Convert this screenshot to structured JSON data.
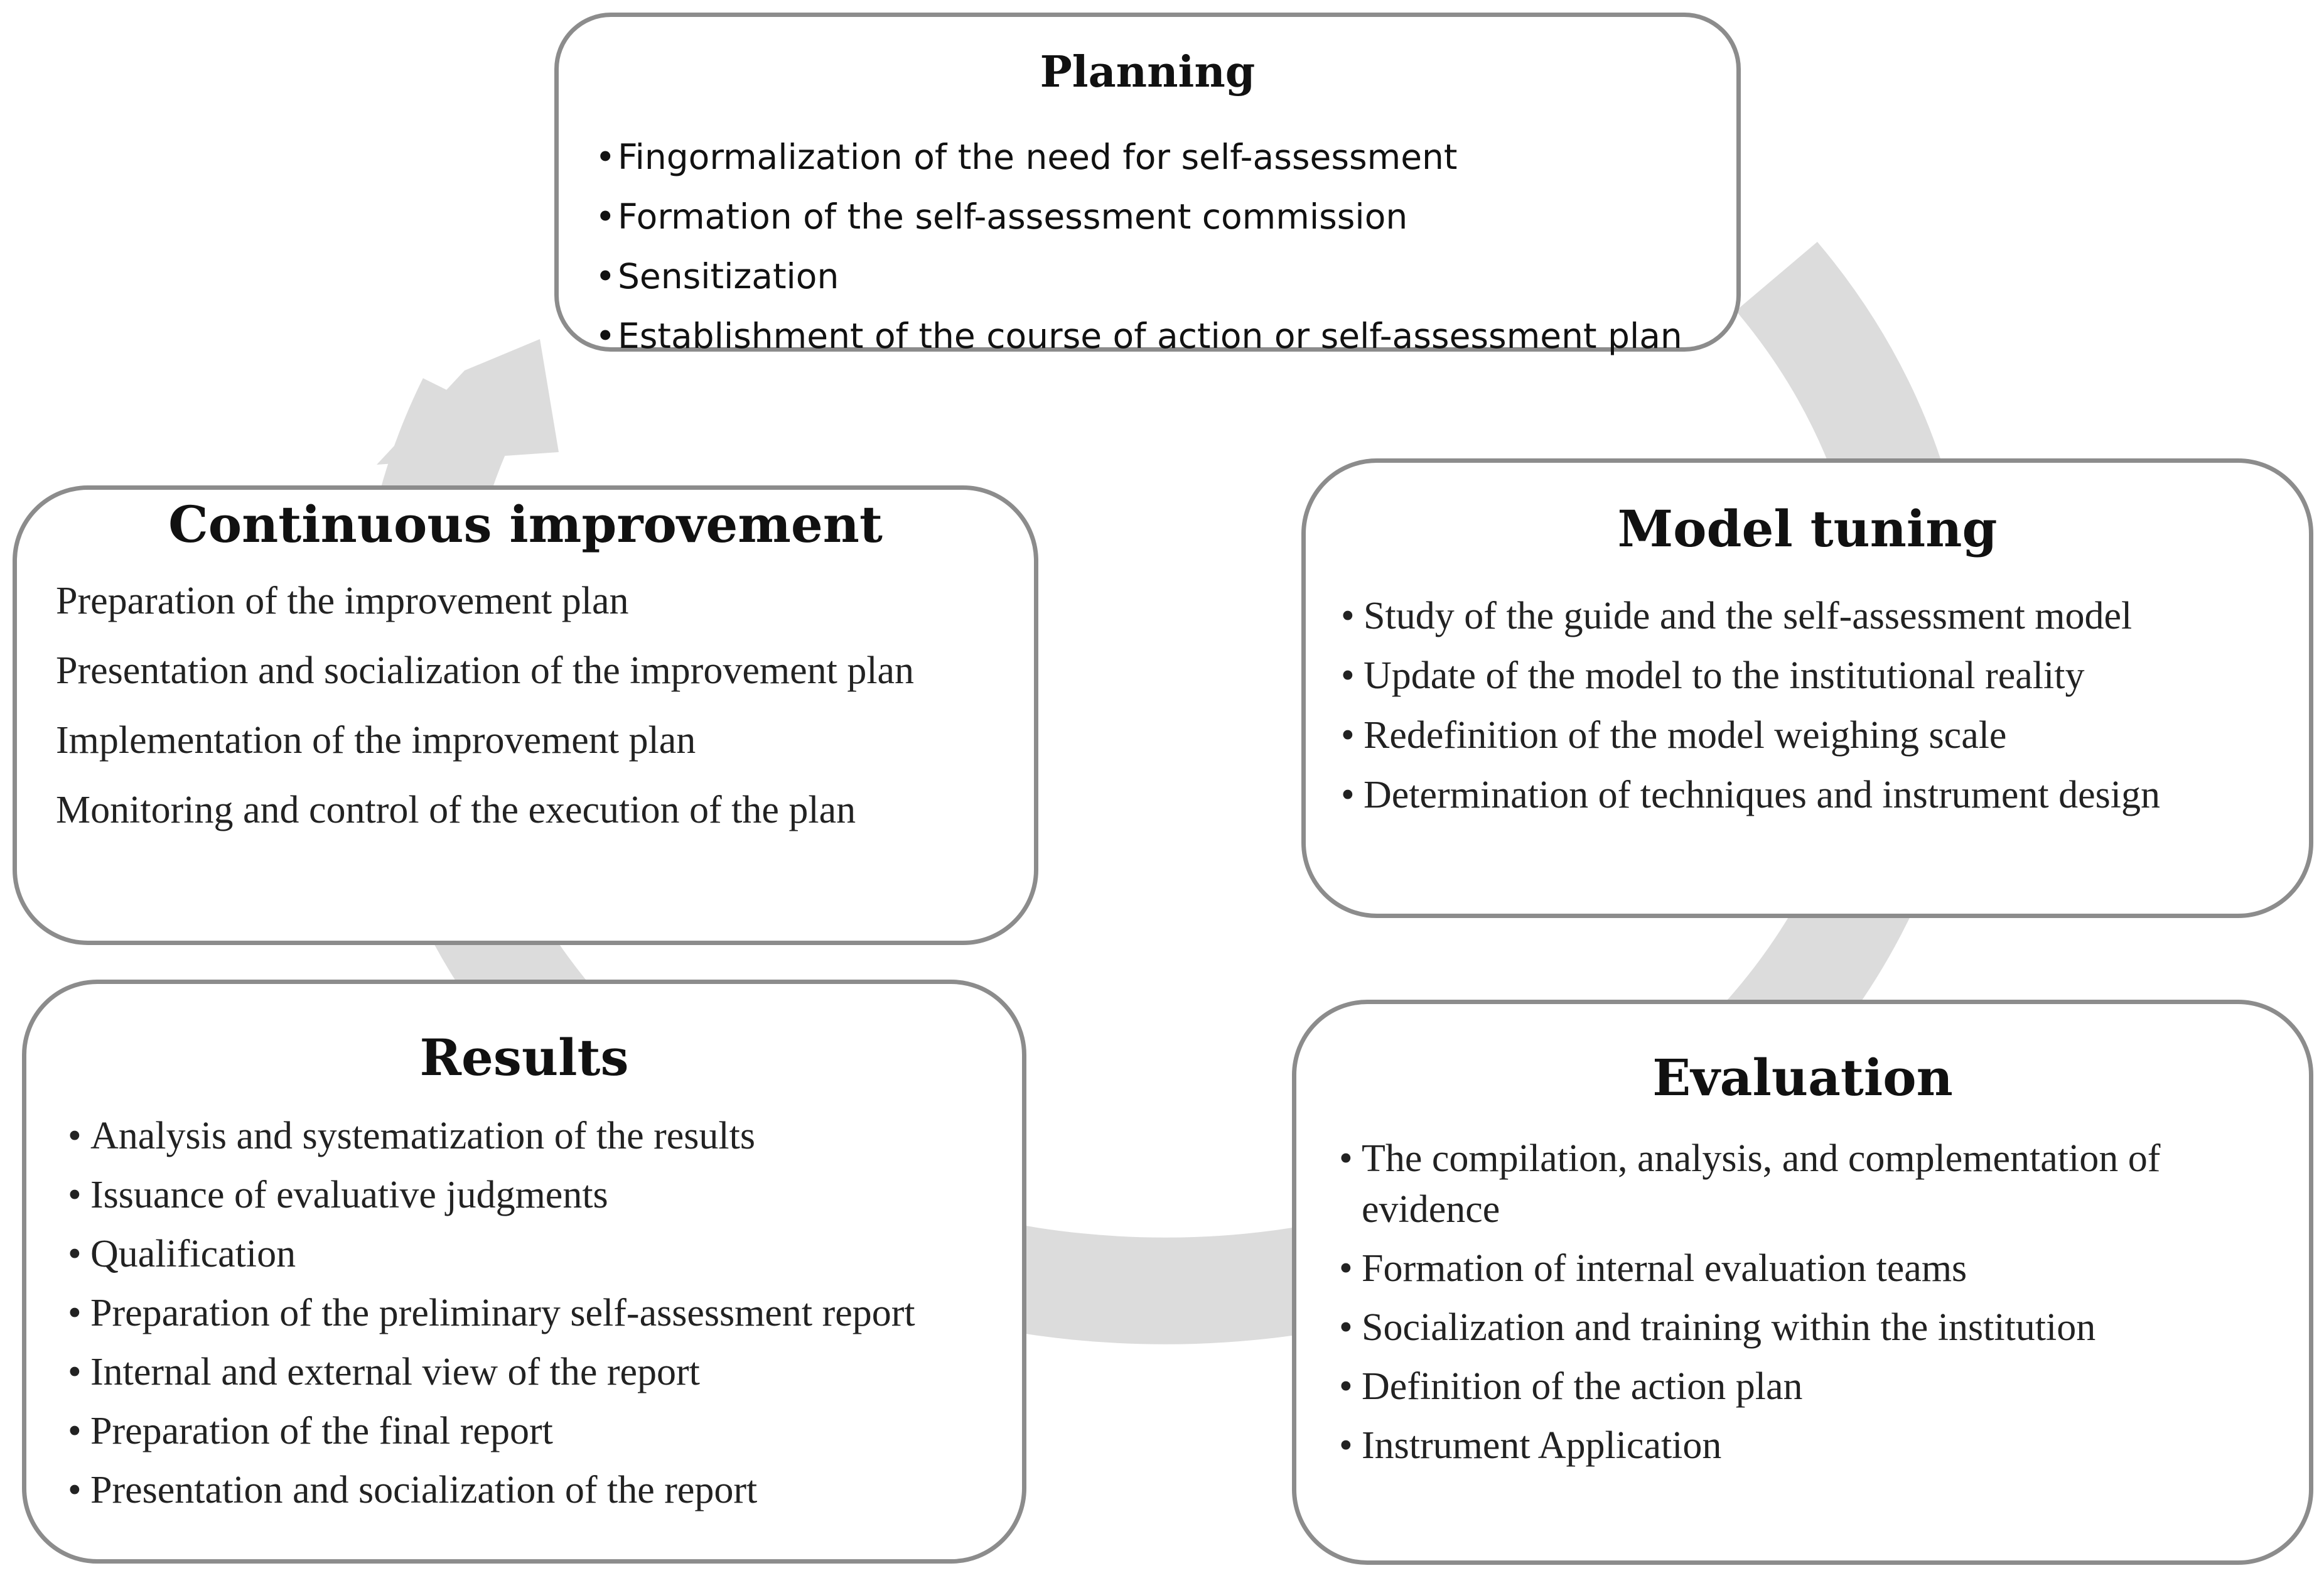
{
  "diagram": {
    "arrow_color": "#dcdcdc",
    "border_color": "#8c8c8c",
    "planning": {
      "title": "Planning",
      "items": [
        "Fingormalization of the need for self-assessment",
        "Formation of the self-assessment commission",
        "Sensitization",
        "Establishment of the course of action or self-assessment plan"
      ]
    },
    "model_tuning": {
      "title": "Model tuning",
      "items": [
        "Study of the guide and the self-assessment model",
        "Update of the model to the institutional reality",
        "Redefinition of the model weighing scale",
        "Determination of techniques and instrument design"
      ]
    },
    "continuous_improvement": {
      "title": "Continuous improvement",
      "items": [
        "Preparation of the improvement plan",
        "Presentation and socialization of the improvement plan",
        "Implementation of the improvement plan",
        "Monitoring and control of the execution of the plan"
      ]
    },
    "evaluation": {
      "title": "Evaluation",
      "items": [
        "The compilation, analysis, and complementation of evidence",
        "Formation of internal evaluation teams",
        "Socialization and training within the institution",
        "Definition of the action plan",
        "Instrument Application"
      ]
    },
    "results": {
      "title": "Results",
      "items": [
        "Analysis and systematization of the results",
        "Issuance of evaluative judgments",
        "Qualification",
        "Preparation of the preliminary self-assessment report",
        "Internal and external view of the report",
        "Preparation of the final report",
        "Presentation and socialization of the report"
      ]
    }
  }
}
